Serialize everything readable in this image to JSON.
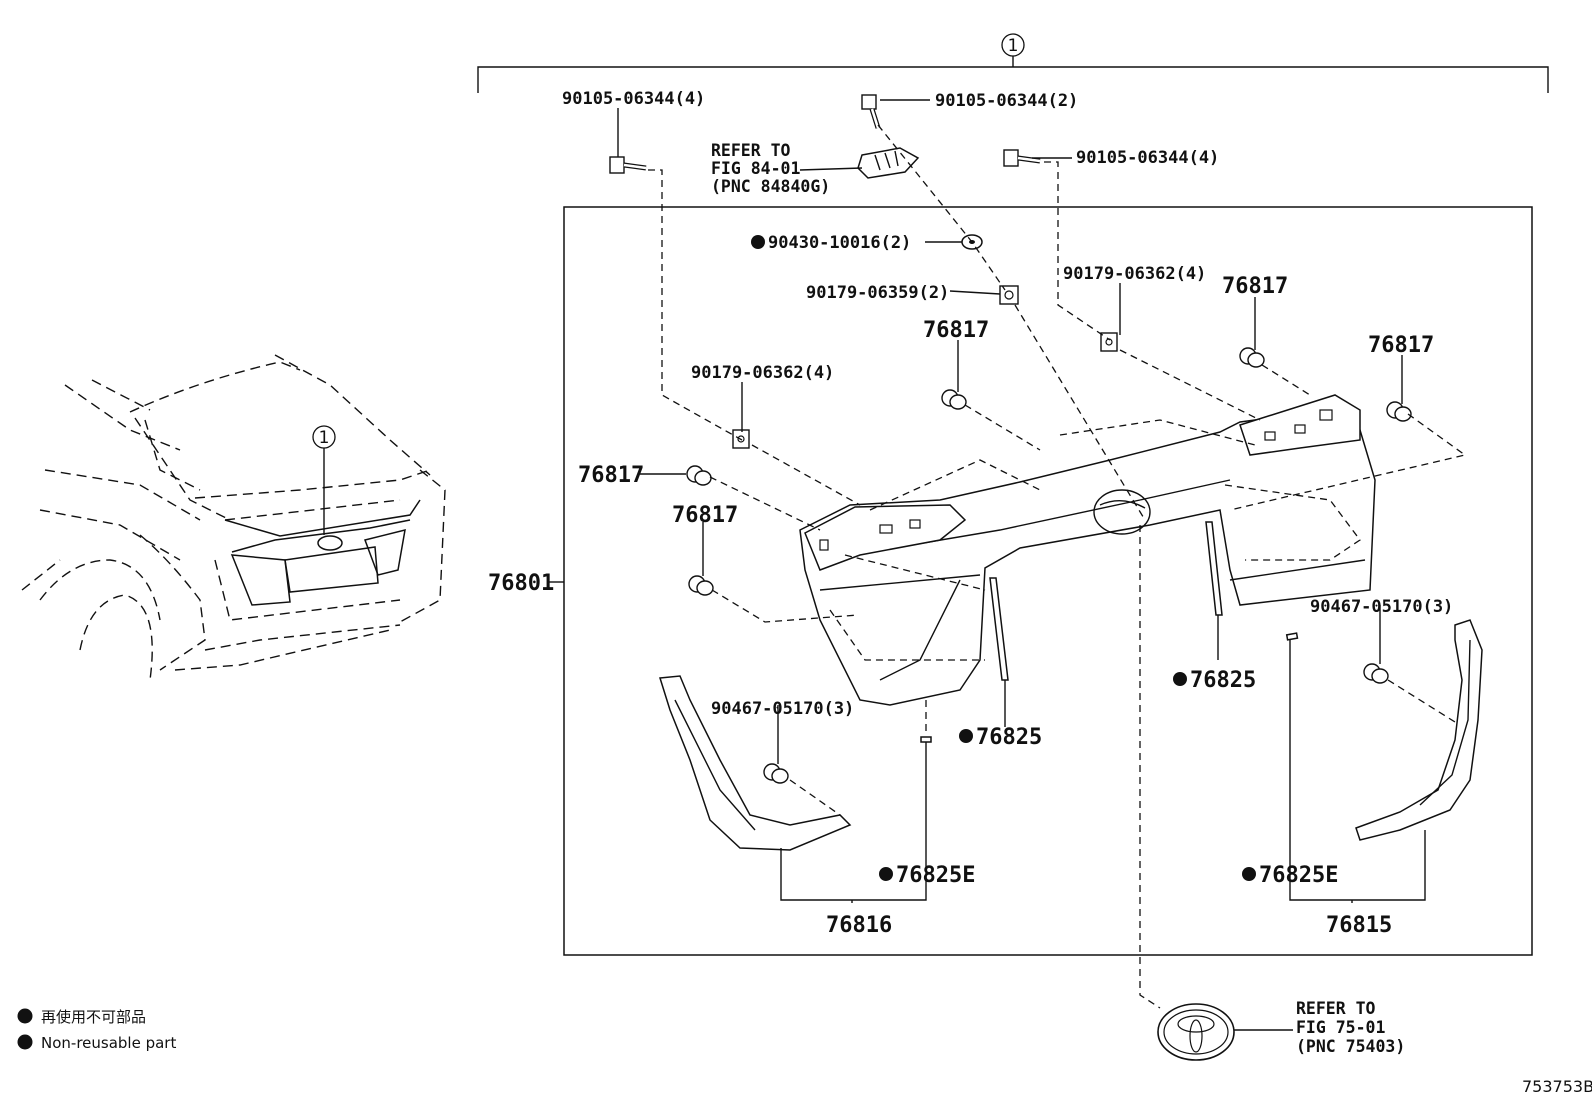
{
  "diagram": {
    "assembly_marker": "1",
    "parts": {
      "bolt_top_left": "90105-06344(4)",
      "bolt_top_center": "90105-06344(2)",
      "bolt_top_right": "90105-06344(4)",
      "washer": "90430-10016(2)",
      "nut_center": "90179-06359(2)",
      "nut_left": "90179-06362(4)",
      "nut_right": "90179-06362(4)",
      "clip_76817": "76817",
      "garnish": "76801",
      "seal_76825": "76825",
      "cover_left": "76816",
      "cover_right": "76815",
      "clip_left": "90467-05170(3)",
      "clip_right": "90467-05170(3)",
      "tape_76825e": "76825E"
    },
    "refs": {
      "top": {
        "line1": "REFER TO",
        "line2": "FIG 84-01",
        "line3": "(PNC 84840G)"
      },
      "bottom": {
        "line1": "REFER TO",
        "line2": "FIG 75-01",
        "line3": "(PNC 75403)"
      }
    },
    "legend": {
      "japanese": "再使用不可部品",
      "english": "Non-reusable part"
    },
    "diagram_code": "753753B"
  }
}
